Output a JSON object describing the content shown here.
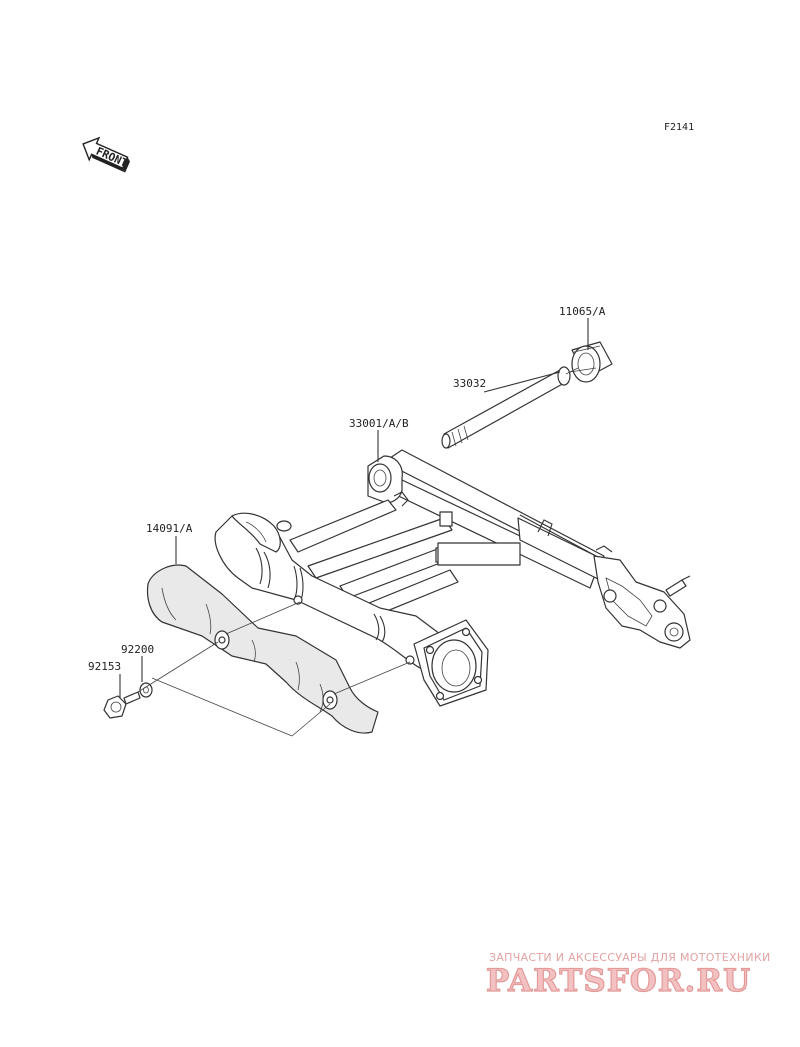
{
  "figure_code": "F2141",
  "direction_label": "FRONT",
  "parts": [
    {
      "number": "11065/A"
    },
    {
      "number": "33032"
    },
    {
      "number": "33001/A/B"
    },
    {
      "number": "14091/A"
    },
    {
      "number": "92200"
    },
    {
      "number": "92153"
    }
  ],
  "watermark": {
    "tagline": "ЗАПЧАСТИ И АКСЕССУАРЫ ДЛЯ МОТОТЕХНИКИ",
    "logo_text": "PARTSFOR.RU",
    "color": "#e3a2a2"
  }
}
